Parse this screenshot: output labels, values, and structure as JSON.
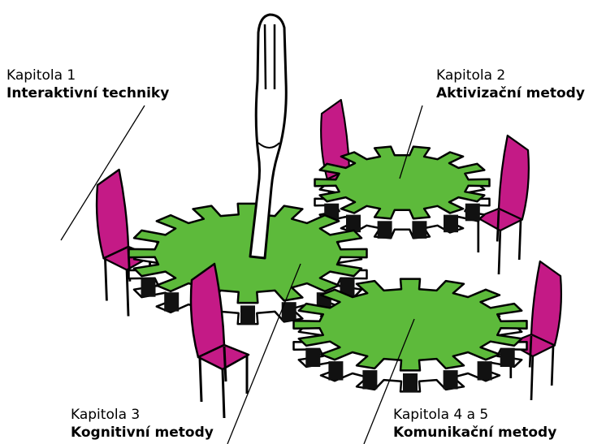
{
  "labels": {
    "chapter1": {
      "chapter": "Kapitola 1",
      "title": "Interaktivní techniky"
    },
    "chapter2": {
      "chapter": "Kapitola 2",
      "title": "Aktivizační metody"
    },
    "chapter3": {
      "chapter": "Kapitola 3",
      "title": "Kognitivní metody"
    },
    "chapter45": {
      "chapter": "Kapitola 4 a 5",
      "title": "Komunikační metody"
    }
  },
  "colors": {
    "table_top": "#5dba3b",
    "chair": "#c41a86",
    "tooth_side": "#ffffff",
    "tooth_shadow": "#111111",
    "outline": "#000000"
  }
}
